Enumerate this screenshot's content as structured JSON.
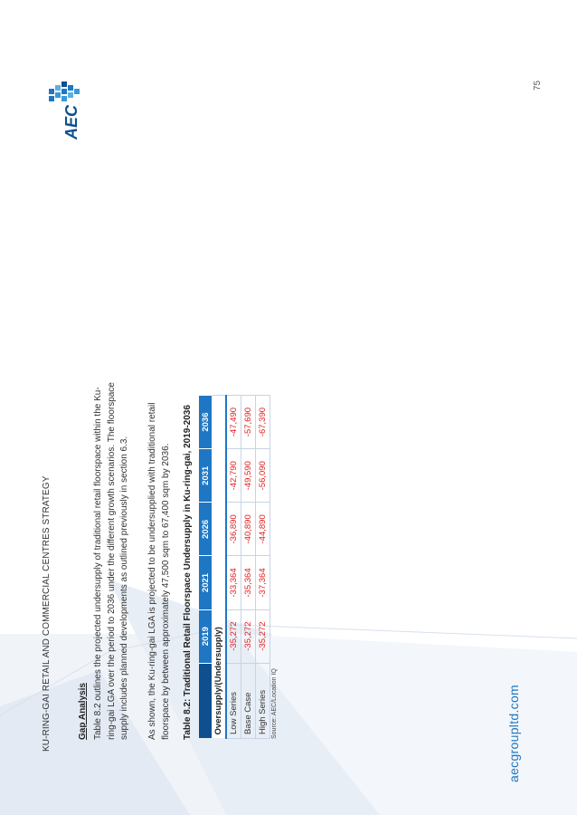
{
  "header": {
    "title": "KU-RING-GAI RETAIL AND COMMERCIAL CENTRES STRATEGY"
  },
  "page_number": "75",
  "section": {
    "heading": "Gap Analysis",
    "paragraph1": "Table 8.2 outlines the projected undersupply of traditional retail floorspace within the Ku-ring-gai LGA over the period to 2036 under the different growth scenarios. The floorspace supply includes planned developments as outlined previously in section 6.3.",
    "paragraph2": "As shown, the Ku-ring-gai LGA is projected to be undersupplied with traditional retail floorspace by between approximately 47,500 sqm to 67,400 sqm by 2036."
  },
  "table": {
    "title": "Table 8.2: Traditional Retail Floorspace Undersupply in Ku-ring-gai, 2019-2036",
    "headers": [
      "",
      "2019",
      "2021",
      "2026",
      "2031",
      "2036"
    ],
    "group_label": "Oversupply/(Undersupply)",
    "rows": [
      {
        "label": "Low Series",
        "values": [
          "-35,272",
          "-33,364",
          "-36,890",
          "-42,790",
          "-47,490"
        ]
      },
      {
        "label": "Base Case",
        "values": [
          "-35,272",
          "-35,364",
          "-40,890",
          "-49,590",
          "-57,690"
        ]
      },
      {
        "label": "High Series",
        "values": [
          "-35,272",
          "-37,364",
          "-44,890",
          "-56,090",
          "-67,390"
        ]
      }
    ],
    "source": "Source: AEC/Location IQ"
  },
  "branding": {
    "logo_text": "AEC",
    "website": "aecgroupltd.com"
  },
  "colors": {
    "header_blue": "#1f77c4",
    "header_dark": "#0d4f8f",
    "negative_red": "#e02020"
  }
}
